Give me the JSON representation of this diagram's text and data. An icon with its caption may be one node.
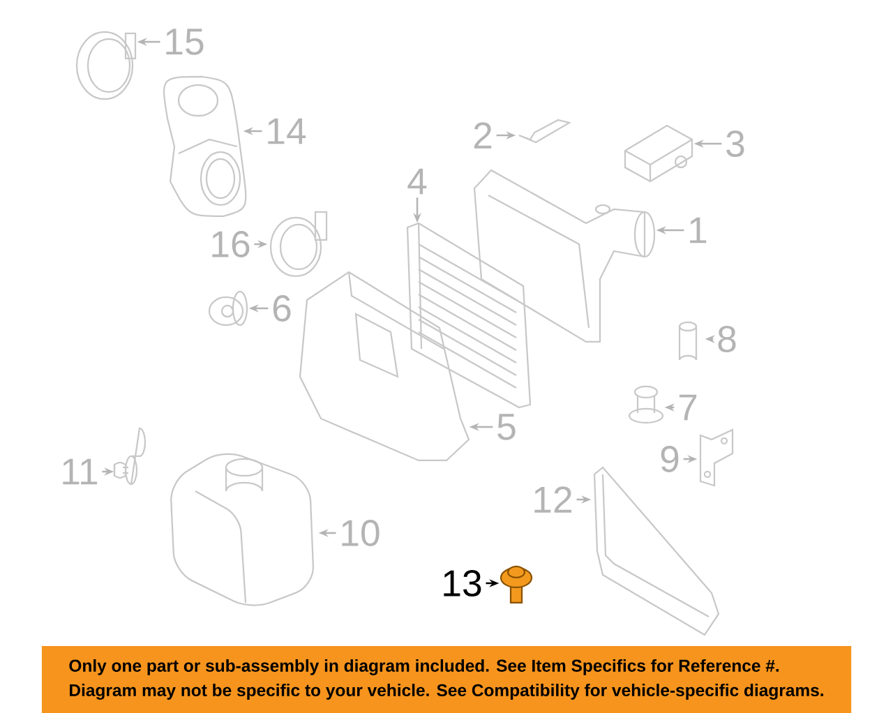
{
  "diagram": {
    "nodes": [
      {
        "text": [
          "15"
        ]
      },
      {
        "text": [
          "14"
        ]
      },
      {
        "text": [
          "2"
        ]
      },
      {
        "text": [
          "3"
        ]
      },
      {
        "text": [
          "4"
        ]
      },
      {
        "text": [
          "1"
        ]
      },
      {
        "text": [
          "16"
        ]
      },
      {
        "text": [
          "6"
        ]
      },
      {
        "text": [
          "8"
        ]
      },
      {
        "text": [
          "7"
        ]
      },
      {
        "text": [
          "5"
        ]
      },
      {
        "text": [
          "9"
        ]
      },
      {
        "text": [
          "11"
        ]
      },
      {
        "text": [
          "12"
        ]
      },
      {
        "text": [
          "10"
        ]
      },
      {
        "text": [
          "13"
        ]
      },
      {
        "text": [],
        "shape": "picture"
      },
      {
        "text": [],
        "shape": "picture"
      },
      {
        "text": [],
        "shape": "picture"
      },
      {
        "text": [],
        "shape": "picture"
      },
      {
        "text": [],
        "shape": "picture"
      },
      {
        "text": [],
        "shape": "picture"
      },
      {
        "text": [],
        "shape": "picture"
      },
      {
        "text": [],
        "shape": "picture"
      },
      {
        "text": [],
        "shape": "picture"
      },
      {
        "text": [],
        "shape": "picture"
      },
      {
        "text": [],
        "shape": "picture"
      },
      {
        "text": [],
        "shape": "picture"
      },
      {
        "text": [],
        "shape": "picture"
      },
      {
        "text": [],
        "shape": "picture"
      },
      {
        "text": [],
        "shape": "picture"
      },
      {
        "text": [],
        "shape": "picture"
      },
      {
        "text": [
          "Only one part or sub-assembly in diagram included. See Item Specifics for Reference #.",
          "Diagram may not be specific to your vehicle. See Compatibility for vehicle-specific diagrams."
        ]
      }
    ],
    "edges": [
      {
        "from": 0,
        "to": 16,
        "arrow": "to"
      },
      {
        "from": 1,
        "to": 17,
        "arrow": "to"
      },
      {
        "from": 2,
        "to": 18,
        "arrow": "to"
      },
      {
        "from": 3,
        "to": 19,
        "arrow": "to"
      },
      {
        "from": 4,
        "to": 20,
        "arrow": "to"
      },
      {
        "from": 5,
        "to": 21,
        "arrow": "to"
      },
      {
        "from": 6,
        "to": 22,
        "arrow": "to"
      },
      {
        "from": 7,
        "to": 23,
        "arrow": "to"
      },
      {
        "from": 8,
        "to": 24,
        "arrow": "to"
      },
      {
        "from": 9,
        "to": 25,
        "arrow": "to"
      },
      {
        "from": 10,
        "to": 26,
        "arrow": "to"
      },
      {
        "from": 11,
        "to": 27,
        "arrow": "to"
      },
      {
        "from": 12,
        "to": 28,
        "arrow": "to"
      },
      {
        "from": 13,
        "to": 29,
        "arrow": "to"
      },
      {
        "from": 14,
        "to": 30,
        "arrow": "to"
      },
      {
        "from": 15,
        "to": 31,
        "arrow": "to",
        "color": "#000000"
      }
    ]
  }
}
